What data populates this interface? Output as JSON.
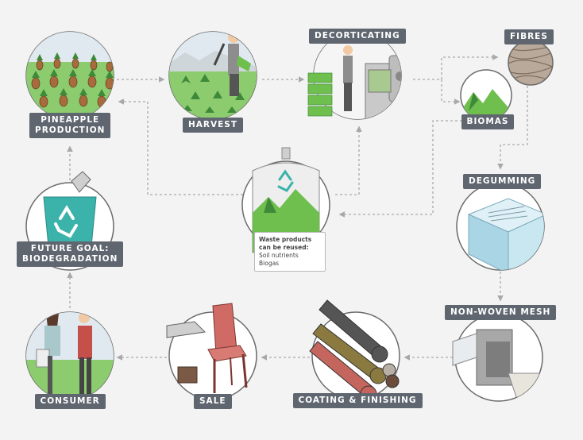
{
  "colors": {
    "background": "#f3f3f3",
    "label_bg": "#5f6670",
    "circle_stroke": "#6a6a6a",
    "arrow": "#a8a8a8",
    "green": "#7cc45f",
    "dark_green": "#3f8a3a",
    "teal": "#3bb3aa",
    "brown": "#8a5a3a",
    "red_chair": "#cf6b64"
  },
  "stages": [
    {
      "id": "pineapple",
      "label": "PINEAPPLE\nPRODUCTION",
      "icon": "pineapple-field-icon"
    },
    {
      "id": "harvest",
      "label": "HARVEST",
      "icon": "harvest-worker-icon"
    },
    {
      "id": "decorticating",
      "label": "DECORTICATING",
      "icon": "decorticating-machine-icon"
    },
    {
      "id": "fibres",
      "label": "FIBRES",
      "icon": "fibre-bundle-icon"
    },
    {
      "id": "biomas",
      "label": "BIOMAS",
      "icon": "biomass-hills-icon"
    },
    {
      "id": "degumming",
      "label": "DEGUMMING",
      "icon": "degumming-tank-icon"
    },
    {
      "id": "nonwoven",
      "label": "NON-WOVEN MESH",
      "icon": "mesh-machine-icon"
    },
    {
      "id": "coating",
      "label": "COATING & FINISHING",
      "icon": "fabric-rolls-icon"
    },
    {
      "id": "sale",
      "label": "SALE",
      "icon": "products-chair-shoe-icon"
    },
    {
      "id": "consumer",
      "label": "CONSUMER",
      "icon": "consumers-icon"
    },
    {
      "id": "future",
      "label": "FUTURE GOAL:\nBIODEGRADATION",
      "icon": "recycling-bin-icon"
    }
  ],
  "waste_note": {
    "title": "Waste products can be reused:",
    "items": [
      "Soil nutrients",
      "Biogas"
    ]
  }
}
